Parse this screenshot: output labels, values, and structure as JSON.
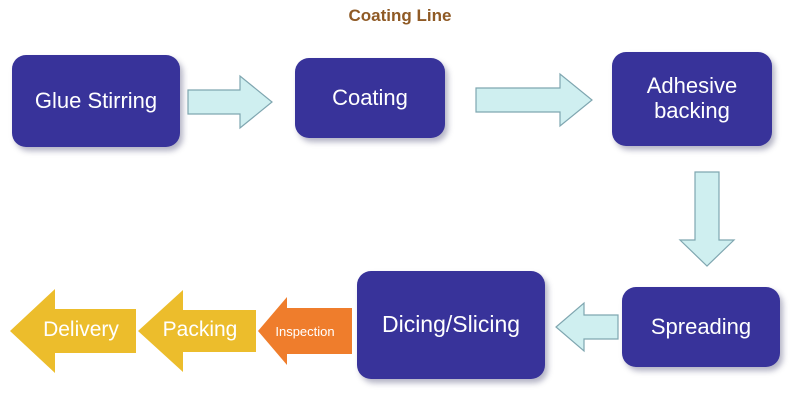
{
  "title": "Coating Line",
  "colors": {
    "process_box": "#38339a",
    "flow_arrow_fill": "#cfeff0",
    "flow_arrow_stroke": "#7fa6b0",
    "inspection": "#ef7d2c",
    "shipping": "#ecbd2c",
    "title": "#8f5a25"
  },
  "steps": {
    "glue_stirring": "Glue Stirring",
    "coating": "Coating",
    "adhesive_backing": "Adhesive\nbacking",
    "spreading": "Spreading",
    "dicing_slicing": "Dicing/Slicing",
    "inspection": "Inspection",
    "packing": "Packing",
    "delivery": "Delivery"
  }
}
